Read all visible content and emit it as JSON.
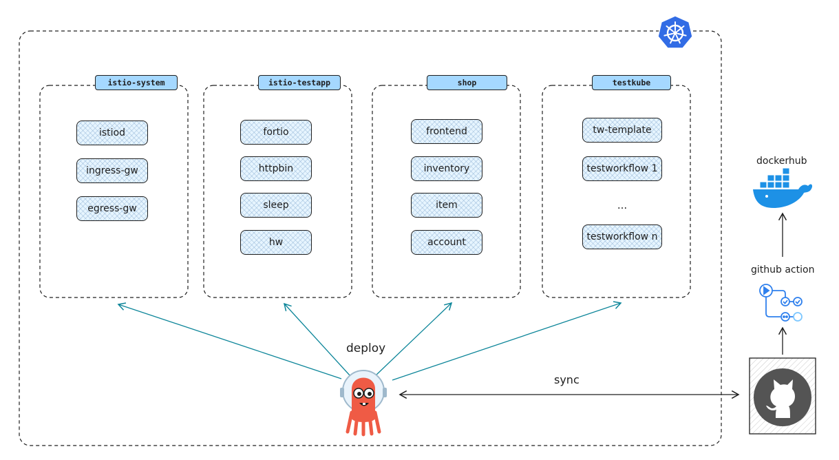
{
  "cluster": {
    "namespaces": [
      {
        "name": "istio-system",
        "services": [
          "istiod",
          "ingress-gw",
          "egress-gw"
        ]
      },
      {
        "name": "istio-testapp",
        "services": [
          "fortio",
          "httpbin",
          "sleep",
          "hw"
        ]
      },
      {
        "name": "shop",
        "services": [
          "frontend",
          "inventory",
          "item",
          "account"
        ]
      },
      {
        "name": "testkube",
        "services": [
          "tw-template",
          "testworkflow 1",
          "...",
          "testworkflow n"
        ]
      }
    ]
  },
  "argo": {
    "label": "deploy"
  },
  "sync": {
    "label": "sync"
  },
  "github_action": {
    "label": "github action"
  },
  "dockerhub": {
    "label": "dockerhub"
  },
  "colors": {
    "arrow_teal": "#0c8599",
    "service_fill": "#e7f5ff",
    "namespace_tab": "#a5d8ff",
    "kubernetes_blue": "#326ce5",
    "docker_blue": "#1d91e6",
    "argo_red": "#ef5b45",
    "github_grey": "#545454"
  },
  "icons": [
    "kubernetes-icon",
    "argocd-mascot-icon",
    "github-icon",
    "github-actions-icon",
    "docker-whale-icon"
  ]
}
